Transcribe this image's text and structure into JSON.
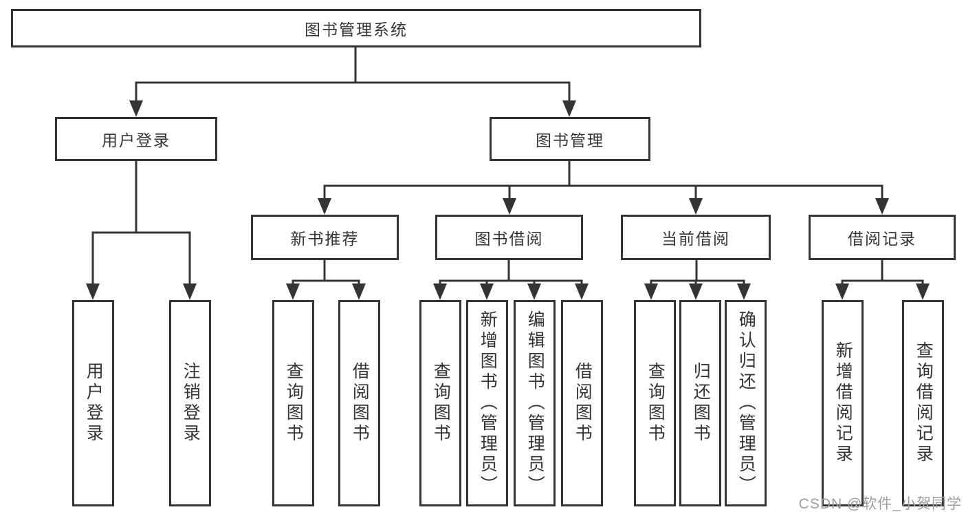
{
  "diagram_type": "hierarchy-tree",
  "colors": {
    "line": "#343434",
    "box_border": "#343434",
    "text": "#333333",
    "background": "#ffffff",
    "watermark_text": "#9e9e9e"
  },
  "tree": {
    "label": "图书管理系统",
    "children": [
      {
        "label": "用户登录",
        "children": [
          {
            "label": "用户登录"
          },
          {
            "label": "注销登录"
          }
        ]
      },
      {
        "label": "图书管理",
        "children": [
          {
            "label": "新书推荐",
            "children": [
              {
                "label": "查询图书"
              },
              {
                "label": "借阅图书"
              }
            ]
          },
          {
            "label": "图书借阅",
            "children": [
              {
                "label": "查询图书"
              },
              {
                "label": "新增图书（管理员）"
              },
              {
                "label": "编辑图书（管理员）"
              },
              {
                "label": "借阅图书"
              }
            ]
          },
          {
            "label": "当前借阅",
            "children": [
              {
                "label": "查询图书"
              },
              {
                "label": "归还图书"
              },
              {
                "label": "确认归还（管理员）"
              }
            ]
          },
          {
            "label": "借阅记录",
            "children": [
              {
                "label": "新增借阅记录"
              },
              {
                "label": "查询借阅记录"
              }
            ]
          }
        ]
      }
    ]
  },
  "watermark": {
    "text": "CSDN @软件_小贺同学"
  }
}
